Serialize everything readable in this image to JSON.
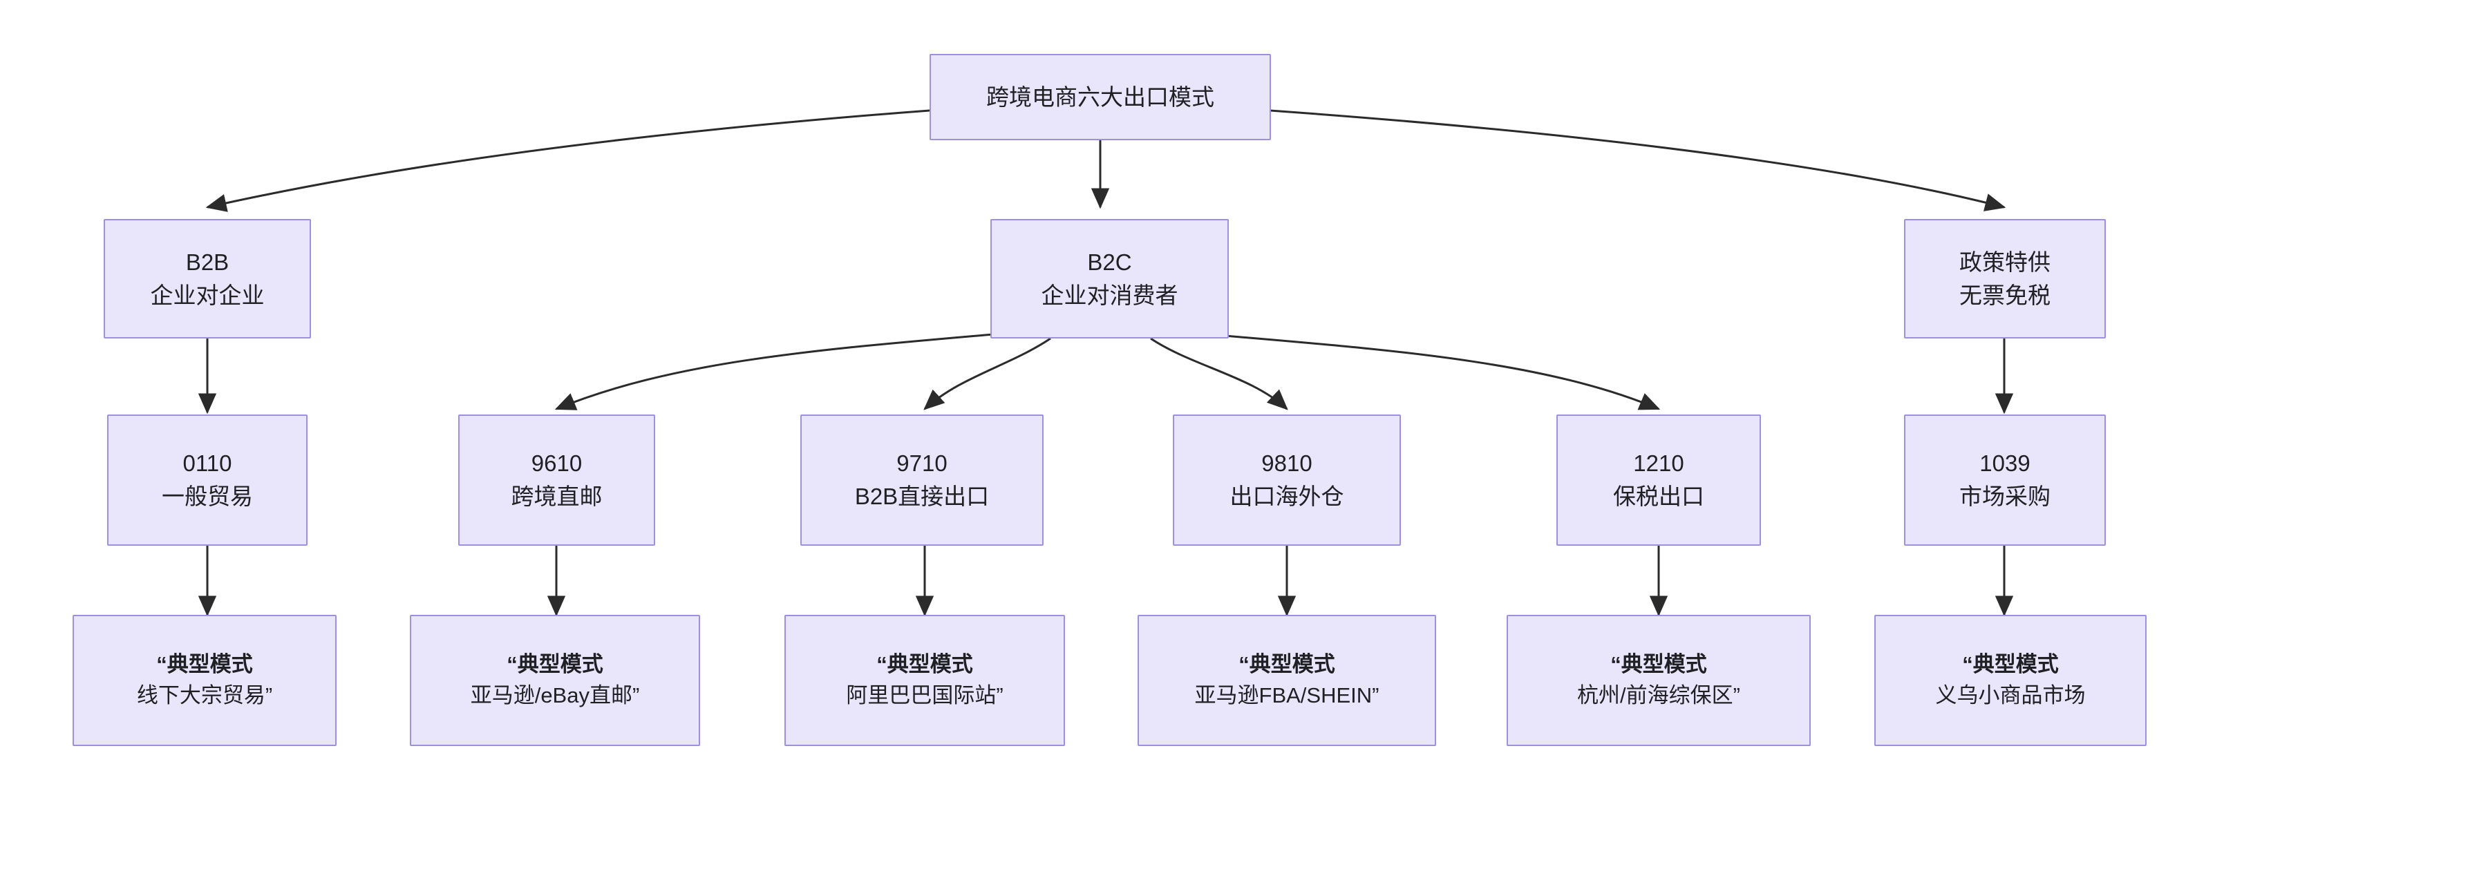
{
  "diagram": {
    "title": "跨境电商六大出口模式",
    "type": "flowchart",
    "direction": "top-down",
    "theme": {
      "node_fill": "#e9e5fb",
      "node_border": "#9f8fe0",
      "edge_color": "#333333",
      "text_color": "#1f2024",
      "background": "#ffffff"
    }
  },
  "nodes": {
    "root": {
      "line1": "跨境电商六大出口模式"
    },
    "b2b": {
      "line1": "B2B",
      "line2": "企业对企业"
    },
    "b2c": {
      "line1": "B2C",
      "line2": "企业对消费者"
    },
    "policy": {
      "line1": "政策特供",
      "line2": "无票免税"
    },
    "c0110": {
      "line1": "0110",
      "line2": "一般贸易"
    },
    "c9610": {
      "line1": "9610",
      "line2": "跨境直邮"
    },
    "c9710": {
      "line1": "9710",
      "line2": "B2B直接出口"
    },
    "c9810": {
      "line1": "9810",
      "line2": "出口海外仓"
    },
    "c1210": {
      "line1": "1210",
      "line2": "保税出口"
    },
    "c1039": {
      "line1": "1039",
      "line2": "市场采购"
    },
    "e0110": {
      "line1": "“典型模式",
      "line2": "线下大宗贸易”"
    },
    "e9610": {
      "line1": "“典型模式",
      "line2": "亚马逊/eBay直邮”"
    },
    "e9710": {
      "line1": "“典型模式",
      "line2": "阿里巴巴国际站”"
    },
    "e9810": {
      "line1": "“典型模式",
      "line2": "亚马逊FBA/SHEIN”"
    },
    "e1210": {
      "line1": "“典型模式",
      "line2": "杭州/前海综保区”"
    },
    "e1039": {
      "line1": "“典型模式",
      "line2": "义乌小商品市场"
    }
  },
  "edges": [
    {
      "from": "root",
      "to": "b2b"
    },
    {
      "from": "root",
      "to": "b2c"
    },
    {
      "from": "root",
      "to": "policy"
    },
    {
      "from": "b2b",
      "to": "c0110"
    },
    {
      "from": "b2c",
      "to": "c9610"
    },
    {
      "from": "b2c",
      "to": "c9710"
    },
    {
      "from": "b2c",
      "to": "c9810"
    },
    {
      "from": "b2c",
      "to": "c1210"
    },
    {
      "from": "policy",
      "to": "c1039"
    },
    {
      "from": "c0110",
      "to": "e0110"
    },
    {
      "from": "c9610",
      "to": "e9610"
    },
    {
      "from": "c9710",
      "to": "e9710"
    },
    {
      "from": "c9810",
      "to": "e9810"
    },
    {
      "from": "c1210",
      "to": "e1210"
    },
    {
      "from": "c1039",
      "to": "e1039"
    }
  ]
}
